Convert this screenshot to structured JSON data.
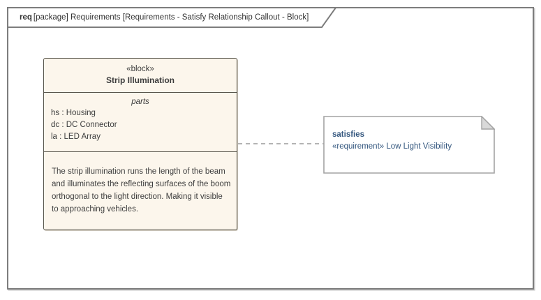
{
  "frame": {
    "keyword": "req",
    "title": "[package] Requirements [Requirements - Satisfy Relationship Callout - Block]"
  },
  "block": {
    "stereotype": "«block»",
    "name": "Strip Illumination",
    "parts_label": "parts",
    "parts": [
      "hs : Housing",
      "dc : DC Connector",
      "la : LED Array"
    ],
    "description": "The strip illumination runs the length of the beam and illuminates the reflecting surfaces of the boom orthogonal to the light direction. Making it visible to approaching vehicles."
  },
  "callout": {
    "relationship": "satisfies",
    "target": "«requirement» Low Light Visibility"
  },
  "colors": {
    "frame_border": "#7d7d7d",
    "block_fill": "#fcf6ec",
    "block_border": "#57544a",
    "block_text": "#3d3d3d",
    "note_fill": "#ffffff",
    "note_border": "#a3a3a3",
    "note_fold_fill": "#d9d9d9",
    "note_text": "#33567e",
    "connector": "#9b9b9b"
  }
}
